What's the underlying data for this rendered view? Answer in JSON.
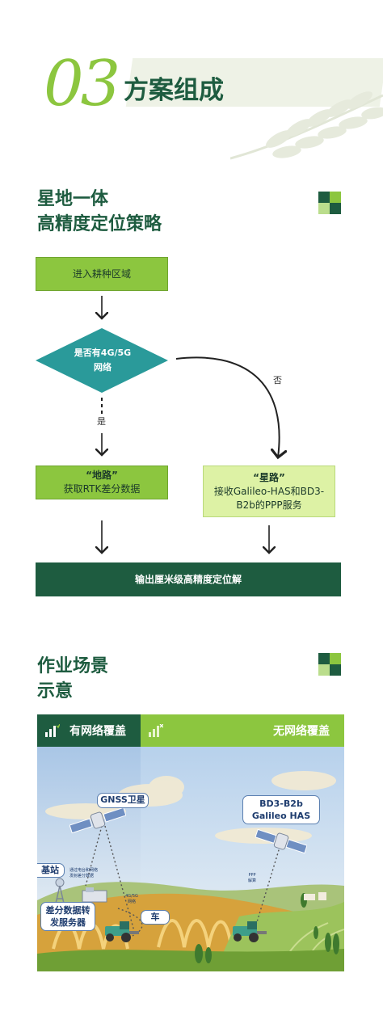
{
  "header": {
    "section_number": "03",
    "section_title": "方案组成"
  },
  "strategy": {
    "heading_line1": "星地一体",
    "heading_line2": "高精度定位策略",
    "steps": {
      "enter": "进入耕种区域",
      "decision_line1": "是否有4G/5G",
      "decision_line2": "网络",
      "yes_label": "是",
      "no_label": "否",
      "ground_title": "“地路”",
      "ground_desc": "获取RTK差分数据",
      "sat_title": "“星路”",
      "sat_desc_line1": "接收Galileo-HAS和BD3-",
      "sat_desc_line2": "B2b的PPP服务",
      "output": "输出厘米级高精度定位解"
    }
  },
  "scenario": {
    "heading_line1": "作业场景",
    "heading_line2": "示意",
    "tab_with_network": "有网络覆盖",
    "tab_without_network": "无网络覆盖",
    "labels": {
      "gnss": "GNSS卫星",
      "bd3_line1": "BD3-B2b",
      "bd3_line2": "Galileo HAS",
      "base_station": "基站",
      "server_line1": "差分数据转",
      "server_line2": "发服务器",
      "vehicle": "车",
      "relay_line1": "通过电台和网络",
      "relay_line2": "发射差分数据",
      "net_line1": "4G/5G",
      "net_line2": "网络",
      "ppp_line1": "PPP",
      "ppp_line2": "解算"
    }
  },
  "colors": {
    "dark_green": "#1e5c40",
    "lime": "#8cc63f",
    "pale_lime": "#ddf2a5",
    "teal": "#2a9a9a"
  },
  "icons": [
    "wheat-icon",
    "signal-icon",
    "no-signal-icon",
    "satellite-icon",
    "tractor-icon",
    "tower-icon",
    "server-icon"
  ]
}
